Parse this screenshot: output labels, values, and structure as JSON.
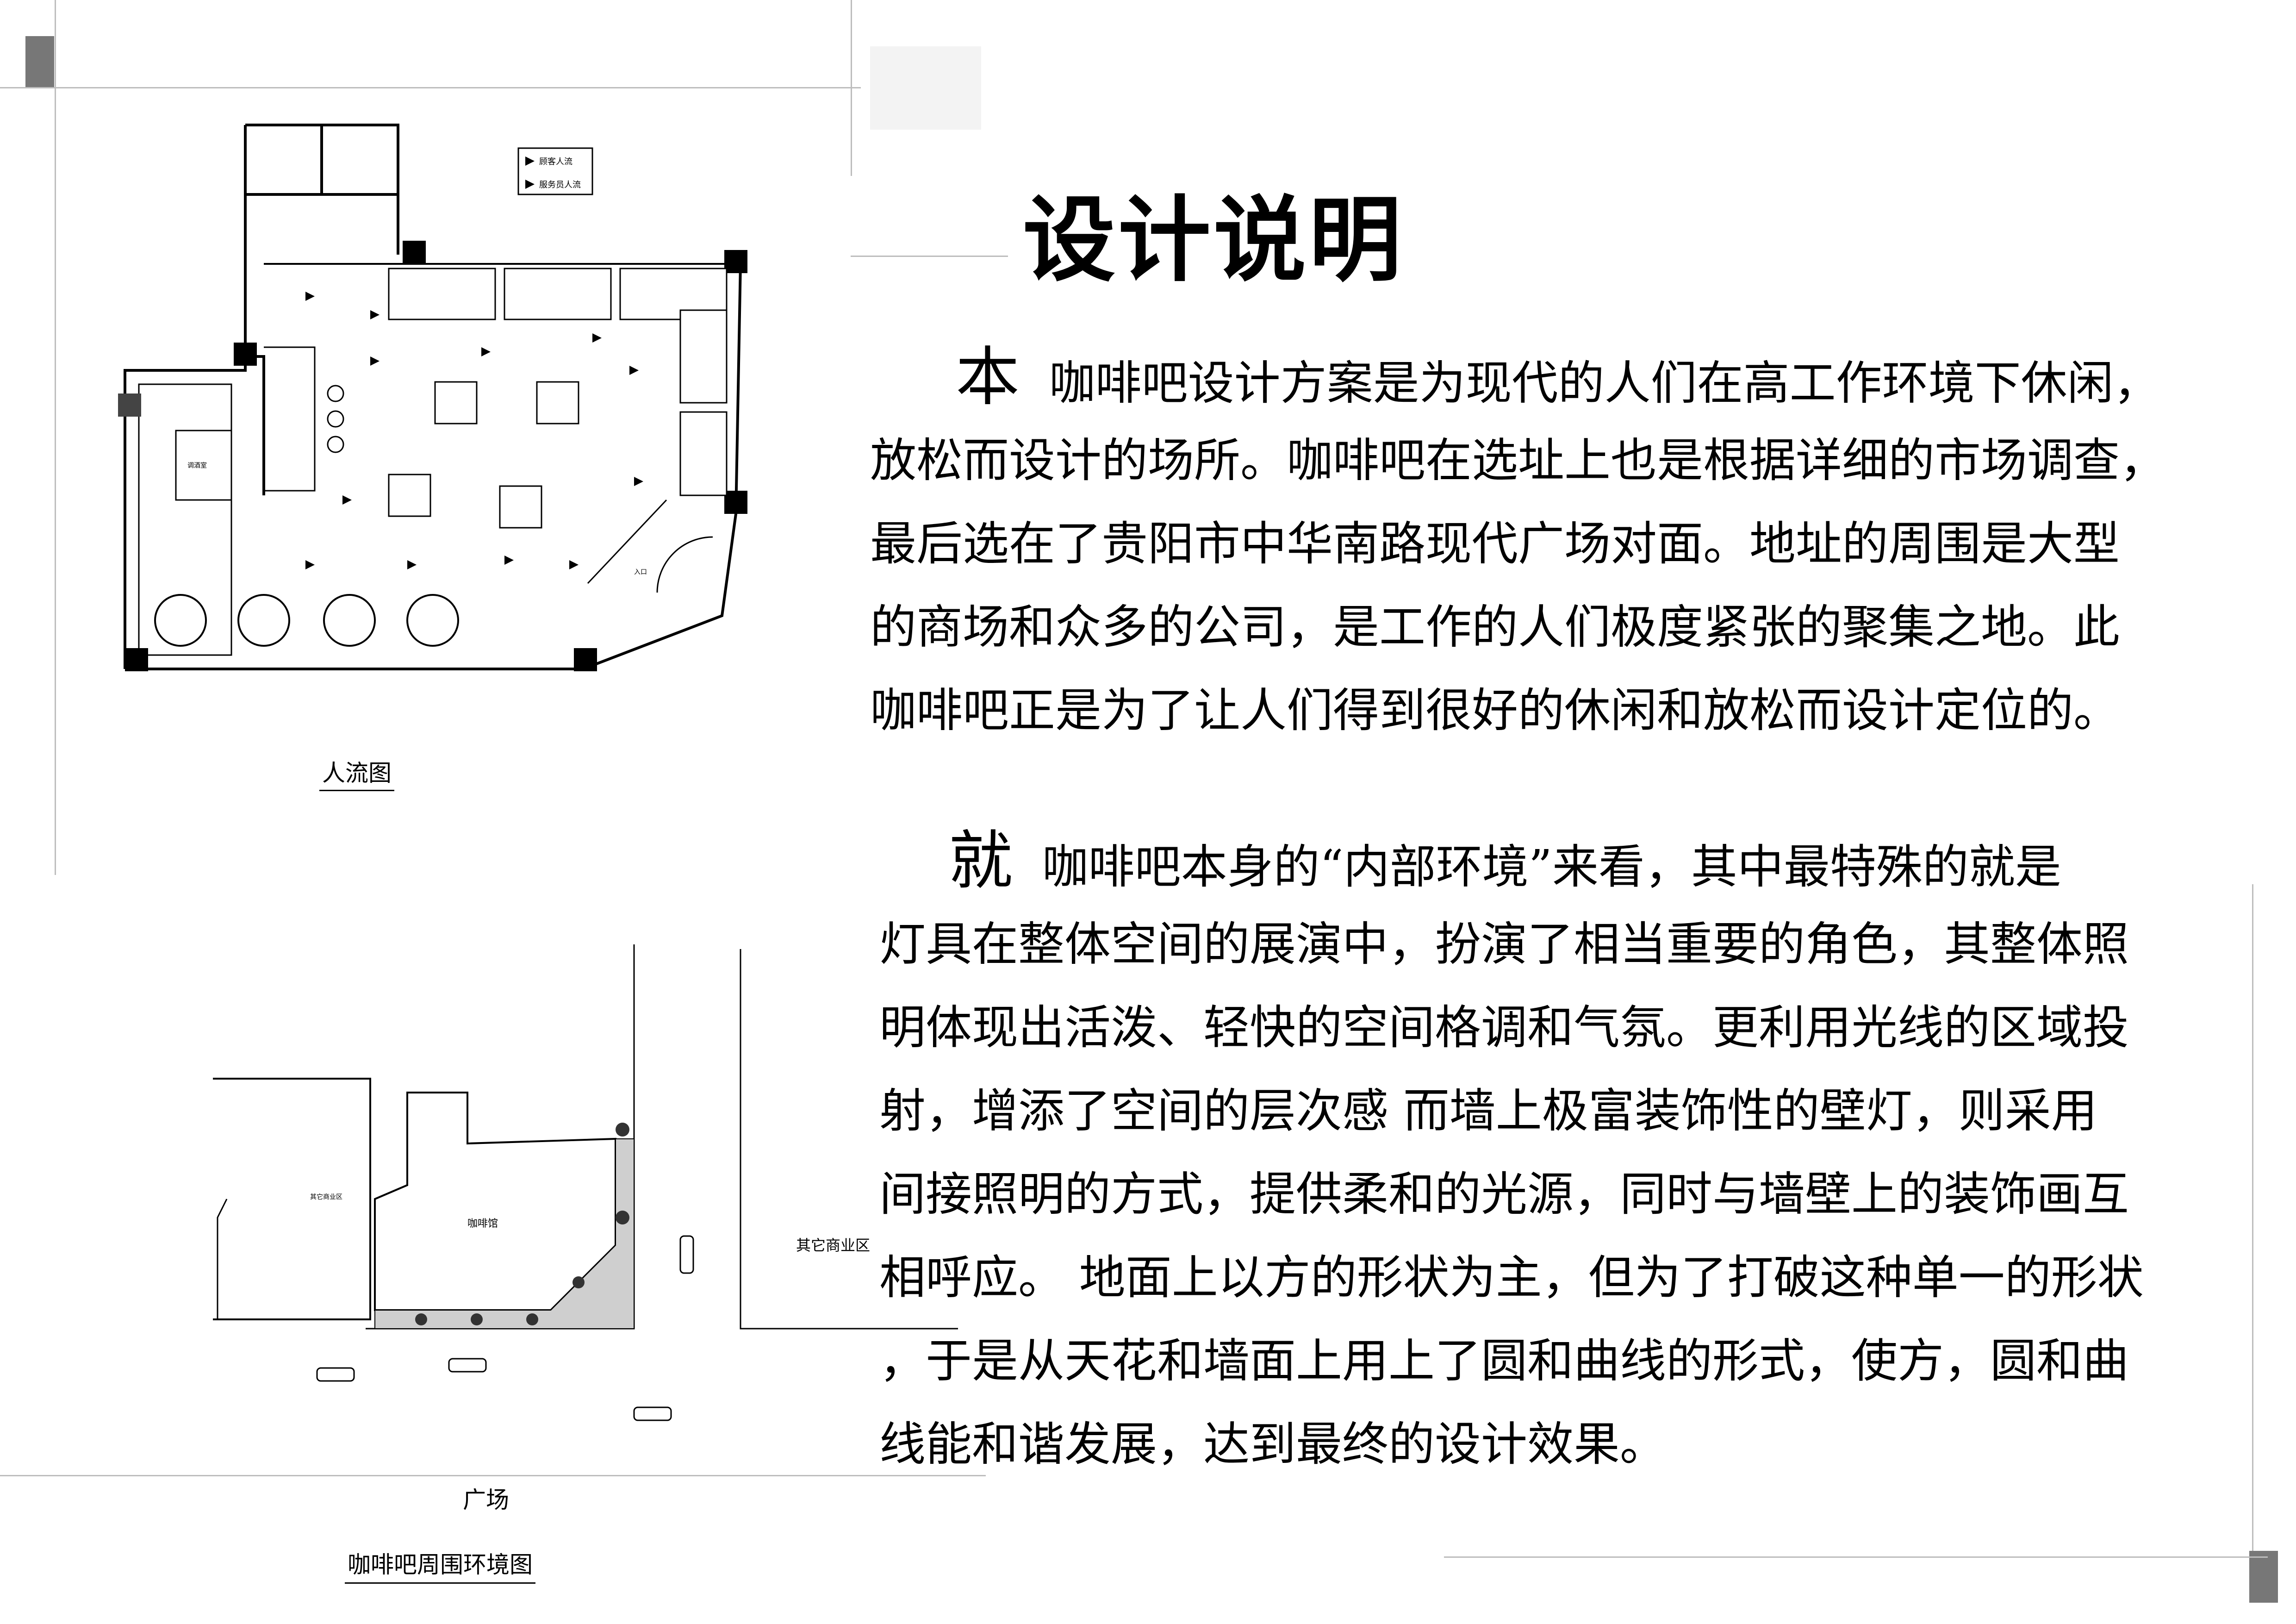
{
  "title": "设计说明",
  "paragraph1": {
    "dropcap": "本",
    "lines": [
      "咖啡吧设计方案是为现代的人们在高工作环境下休闲，",
      "放松而设计的场所。咖啡吧在选址上也是根据详细的市场调查，",
      "最后选在了贵阳市中华南路现代广场对面。地址的周围是大型",
      "的商场和众多的公司，是工作的人们极度紧张的聚集之地。此",
      "咖啡吧正是为了让人们得到很好的休闲和放松而设计定位的。"
    ]
  },
  "paragraph2": {
    "dropcap": "就",
    "lines": [
      "咖啡吧本身的“内部环境”来看，其中最特殊的就是",
      "灯具在整体空间的展演中，扮演了相当重要的角色，其整体照",
      "明体现出活泼、轻快的空间格调和气氛。更利用光线的区域投",
      "射，增添了空间的层次感 而墙上极富装饰性的壁灯，则采用",
      "间接照明的方式，提供柔和的光源，同时与墙壁上的装饰画互",
      "相呼应。 地面上以方的形状为主，但为了打破这种单一的形状",
      "，于是从天花和墙面上用上了圆和曲线的形式，使方，圆和曲",
      "线能和谐发展，达到最终的设计效果。"
    ]
  },
  "floorplan": {
    "caption": "人流图",
    "legend": [
      "顾客人流",
      "服务员人流"
    ],
    "room_label": "调酒室",
    "entrance_label": "入口"
  },
  "siteplan": {
    "caption": "咖啡吧周围环境图",
    "plaza_label": "广场",
    "cafe_label": "咖啡馆",
    "other_business_right": "其它商业区",
    "other_business_left": "其它商业区"
  }
}
